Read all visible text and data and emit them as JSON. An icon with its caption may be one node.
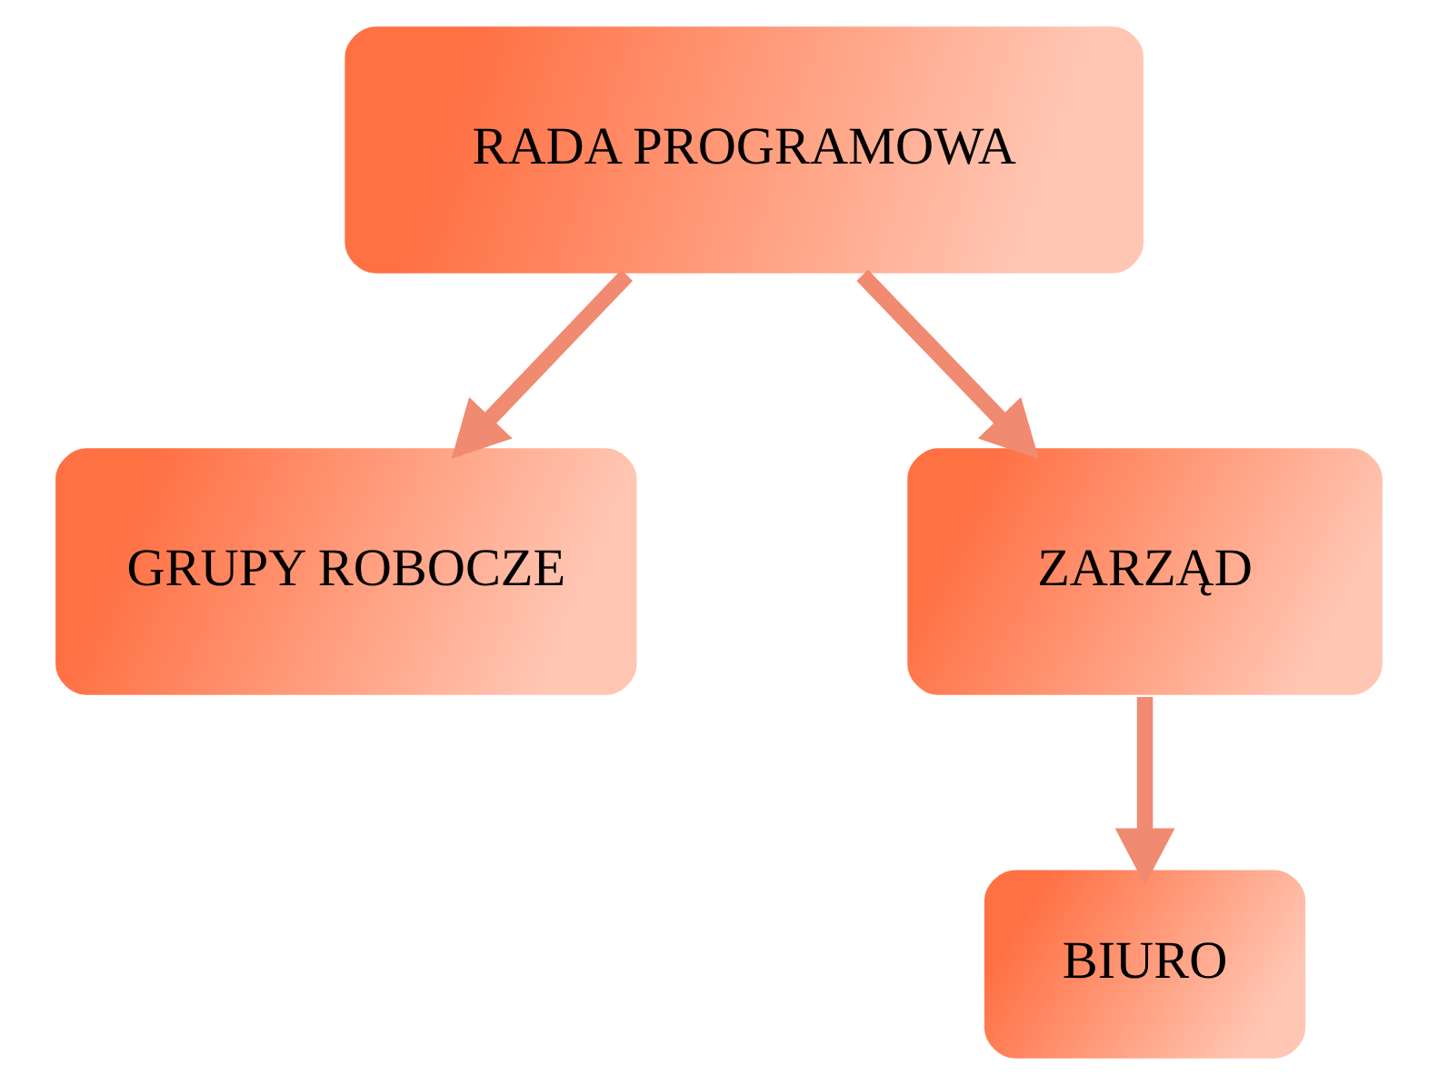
{
  "diagram": {
    "nodes": [
      {
        "text": [
          "RADA PROGRAMOWA"
        ]
      },
      {
        "text": [
          "GRUPY ROBOCZE"
        ]
      },
      {
        "text": [
          "ZARZĄD"
        ]
      },
      {
        "text": [
          "BIURO"
        ]
      }
    ],
    "edges": [
      {
        "from": 0,
        "to": 1,
        "arrow": "to"
      },
      {
        "from": 0,
        "to": 2,
        "arrow": "to"
      },
      {
        "from": 2,
        "to": 3,
        "arrow": "to"
      }
    ]
  }
}
